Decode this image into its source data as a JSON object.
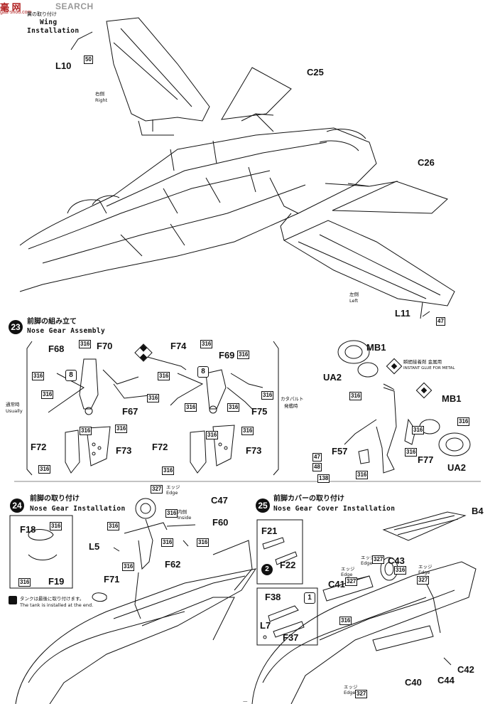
{
  "watermark": {
    "brand": "毫 网",
    "search": "SEARCH",
    "url": "gaa-shou.com"
  },
  "step22": {
    "title_jp": "翼の取り付け",
    "title_en_1": "Wing",
    "title_en_2": "Installation"
  },
  "step23": {
    "number": "23",
    "title_jp": "前脚の組み立て",
    "title_en": "Nose Gear Assembly",
    "usual_jp": "通常時",
    "usual_en": "Usually",
    "catapult_jp": "カタパルト",
    "catapult_jp2": "発艦時"
  },
  "step24": {
    "number": "24",
    "title_jp": "前脚の取り付け",
    "title_en": "Nose Gear Installation",
    "tank_note_jp": "タンクは最後に取り付けます。",
    "tank_note_en": "The tank is installed at the end."
  },
  "step25": {
    "number": "25",
    "title_jp": "前脚カバーの取り付け",
    "title_en": "Nose Gear Cover Installation"
  },
  "labels": {
    "right_jp": "右側",
    "right_en": "Right",
    "left_jp": "左側",
    "left_en": "Left",
    "glue_jp": "瞬間接着剤 金属用",
    "glue_en": "INSTANT GLUE FOR METAL",
    "edge_jp": "エッジ",
    "edge_en": "Edge",
    "inside_jp": "内側",
    "inside_en": "Inside"
  },
  "parts": {
    "L10": "L10",
    "C25": "C25",
    "C26": "C26",
    "L11": "L11",
    "F68": "F68",
    "F70": "F70",
    "F67": "F67",
    "F72": "F72",
    "F73": "F73",
    "F74": "F74",
    "F69": "F69",
    "F75": "F75",
    "MB1": "MB1",
    "UA2": "UA2",
    "F57": "F57",
    "F77": "F77",
    "C47": "C47",
    "F60": "F60",
    "L5": "L5",
    "F62": "F62",
    "F71": "F71",
    "F18": "F18",
    "F19": "F19",
    "F21": "F21",
    "F22": "F22",
    "F38": "F38",
    "F37": "F37",
    "L7": "L7",
    "B4": "B4",
    "C43": "C43",
    "C41": "C41",
    "C40": "C40",
    "C42": "C42",
    "C44": "C44"
  },
  "paints": {
    "p316": "316",
    "p50": "50",
    "p47": "47",
    "p48": "48",
    "p138": "138",
    "p327": "327"
  },
  "markers": {
    "m8": "8",
    "m2": "2",
    "m1": "1"
  },
  "page_footer": "—"
}
